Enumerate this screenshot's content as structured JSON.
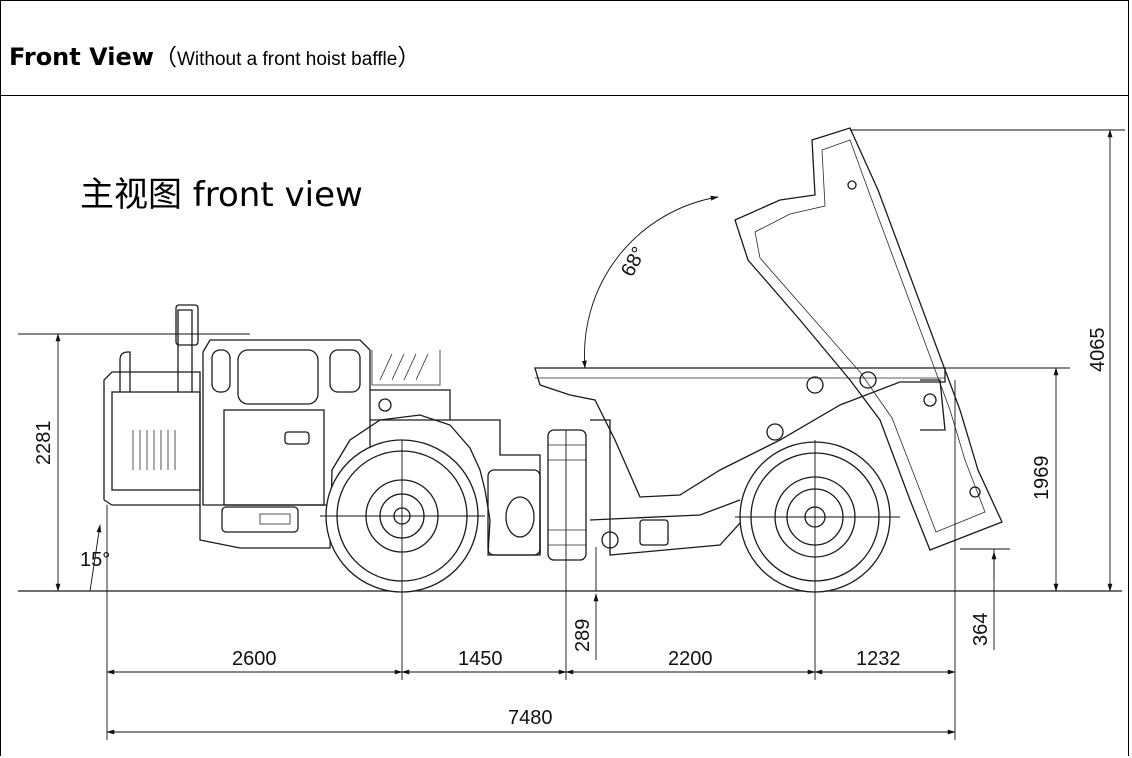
{
  "header": {
    "title": "Front View",
    "paren_open": "（",
    "subtitle": "Without a front hoist baffle",
    "paren_close": "）"
  },
  "drawing": {
    "view_label": "主视图 front view",
    "angle_dump": "68°",
    "angle_front": "15°",
    "dims": {
      "cab_height": "2281",
      "dump_height": "4065",
      "box_height": "1969",
      "rear_clearance": "364",
      "ground_clearance": "289",
      "front_overhang": "2600",
      "wheelbase_front": "1450",
      "wheelbase_rear": "2200",
      "rear_overhang": "1232",
      "total_length": "7480"
    }
  }
}
